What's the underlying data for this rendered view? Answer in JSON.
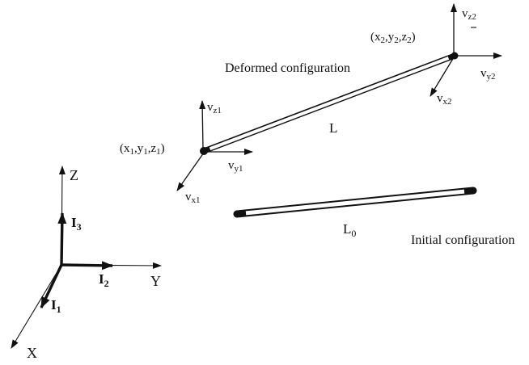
{
  "diagram": {
    "ink": "#111111",
    "background": "#ffffff",
    "deformed_label": "Deformed  configuration",
    "initial_label": "Initial configuration",
    "length_deformed": "L",
    "length_initial": {
      "main": "L",
      "sub": "0"
    },
    "axes": {
      "x": "X",
      "y": "Y",
      "z": "Z",
      "i1": {
        "main": "I",
        "sub": "1"
      },
      "i2": {
        "main": "I",
        "sub": "2"
      },
      "i3": {
        "main": "I",
        "sub": "3"
      }
    },
    "node1": {
      "coords": {
        "open": "(x",
        "s1": "1",
        "c1": ",y",
        "s2": "1",
        "c2": ",z",
        "s3": "1",
        "close": ")"
      },
      "vz": {
        "main": "v",
        "sub": "z1"
      },
      "vy": {
        "main": "v",
        "sub": "y1"
      },
      "vx": {
        "main": "v",
        "sub": "x1"
      }
    },
    "node2": {
      "coords": {
        "open": "(x",
        "s1": "2",
        "c1": ",y",
        "s2": "2",
        "c2": ",z",
        "s3": "2",
        "close": ")"
      },
      "vz": {
        "main": "v",
        "sub": "z2"
      },
      "vy": {
        "main": "v",
        "sub": "y2"
      },
      "vx": {
        "main": "v",
        "sub": "x2"
      }
    }
  }
}
